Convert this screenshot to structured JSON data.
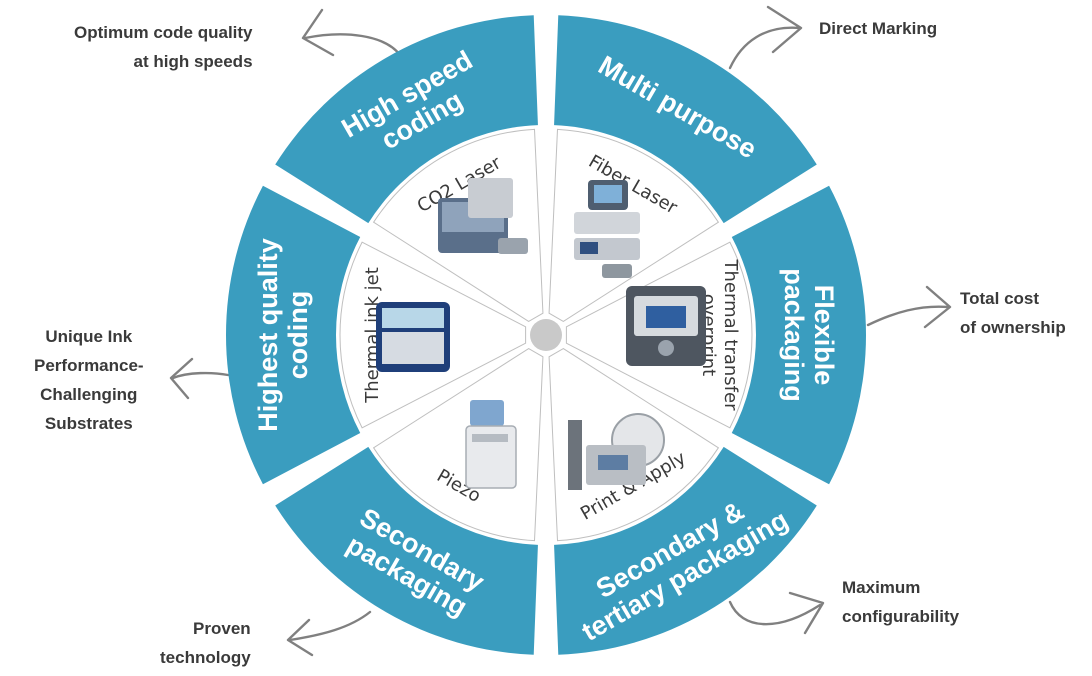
{
  "colors": {
    "ring": "#3a9dbf",
    "inner": "#ffffff",
    "divider": "#bfbfbf",
    "hub": "#c9c9c9",
    "text_dark": "#3a3a3a"
  },
  "segments": [
    {
      "ring_label": [
        "High speed",
        "coding"
      ],
      "tech_label": "CO2 Laser",
      "product_icon": "co2-laser-printer-icon"
    },
    {
      "ring_label": [
        "Multi purpose"
      ],
      "tech_label": "Fiber Laser",
      "product_icon": "fiber-laser-printer-icon"
    },
    {
      "ring_label": [
        "Flexible",
        "packaging"
      ],
      "tech_label": [
        "Thermal transfer",
        "overprint"
      ],
      "product_icon": "thermal-transfer-printer-icon"
    },
    {
      "ring_label": [
        "Secondary &",
        "tertiary packaging"
      ],
      "tech_label": "Print & Apply",
      "product_icon": "print-apply-labeler-icon"
    },
    {
      "ring_label": [
        "Secondary",
        "packaging"
      ],
      "tech_label": "Piezo",
      "product_icon": "piezo-printer-icon"
    },
    {
      "ring_label": [
        "Highest  quality",
        "coding"
      ],
      "tech_label": "Thermal ink jet",
      "product_icon": "thermal-ink-jet-printer-icon"
    }
  ],
  "callouts": {
    "top_left": [
      "Optimum code quality",
      "at high speeds"
    ],
    "top_right": [
      "Direct Marking"
    ],
    "right": [
      "Total cost",
      "of ownership"
    ],
    "bottom_right": [
      "Maximum",
      "configurability"
    ],
    "bottom_left": [
      "Proven",
      "technology"
    ],
    "left": [
      "Unique Ink",
      "Performance-",
      "Challenging",
      "Substrates"
    ]
  }
}
